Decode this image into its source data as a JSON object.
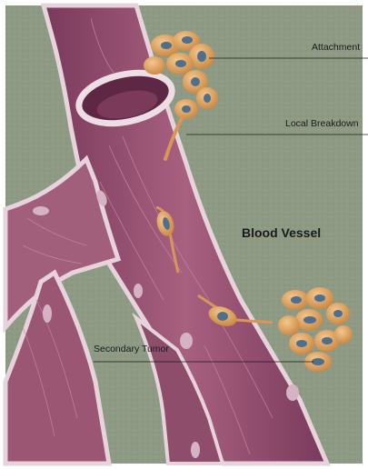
{
  "labels": {
    "attachment": "Attachment",
    "local_breakdown": "Local Breakdown",
    "blood_vessel": "Blood Vessel",
    "secondary_tumor": "Secondary Tumor"
  },
  "colors": {
    "background": "#8f9a84",
    "vessel_outer": "#9b5674",
    "vessel_inner": "#6e3150",
    "vessel_wall": "#ead7df",
    "cell_body": "#e4a562",
    "cell_nucleus": "#4f6f8c"
  }
}
